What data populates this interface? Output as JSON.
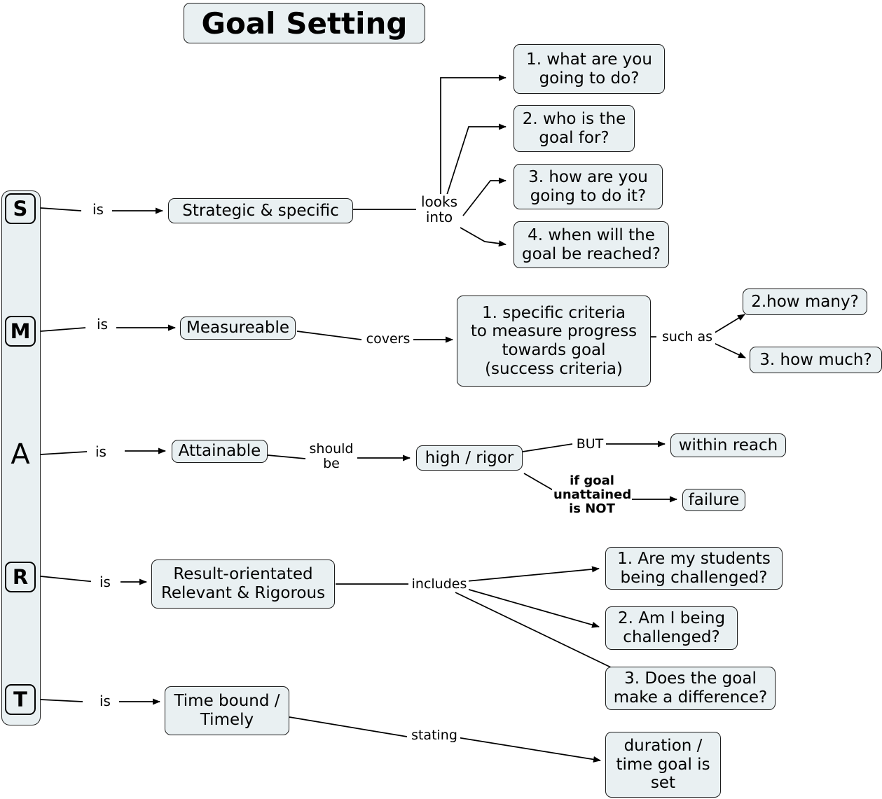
{
  "title": "Goal Setting",
  "rail": {
    "letters": [
      {
        "id": "s",
        "label": "S",
        "boxed": true
      },
      {
        "id": "m",
        "label": "M",
        "boxed": true
      },
      {
        "id": "a",
        "label": "A",
        "boxed": false
      },
      {
        "id": "r",
        "label": "R",
        "boxed": true
      },
      {
        "id": "t",
        "label": "T",
        "boxed": true
      }
    ]
  },
  "nodes": {
    "strategic": "Strategic & specific",
    "s_q1": "1. what are you\ngoing to do?",
    "s_q2": "2. who is the\ngoal for?",
    "s_q3": "3. how  are you\ngoing to do it?",
    "s_q4": " 4. when will the\ngoal be reached?",
    "measureable": "Measureable",
    "m_criteria": "1. specific criteria\nto measure progress\ntowards goal\n(success criteria)",
    "m_q2": "2.how many?",
    "m_q3": "3. how much?",
    "attainable": "Attainable",
    "high_rigor": "high / rigor",
    "within_reach": "within reach",
    "failure": "failure",
    "result": "Result-orientated\nRelevant & Rigorous",
    "r_q1": "1. Are my students\nbeing challenged?",
    "r_q2": "2. Am I being\nchallenged?",
    "r_q3": " 3. Does the goal\nmake a difference?",
    "timebound": "Time bound /\nTimely",
    "duration": "duration /\ntime goal is\nset"
  },
  "edge_labels": {
    "is_s": "is",
    "is_m": "is",
    "is_a": "is",
    "is_r": "is",
    "is_t": "is",
    "looks_into": "looks\ninto",
    "covers": "covers",
    "such_as": "such as",
    "should_be": "should\nbe",
    "but": "BUT",
    "if_goal": "if goal\nunattained\nis NOT",
    "includes": "includes",
    "stating": "stating"
  },
  "colors": {
    "box_fill": "#e9f0f2",
    "box_stroke": "#1b1b1b",
    "edge_stroke": "#000000",
    "background": "#ffffff",
    "text": "#000000"
  }
}
